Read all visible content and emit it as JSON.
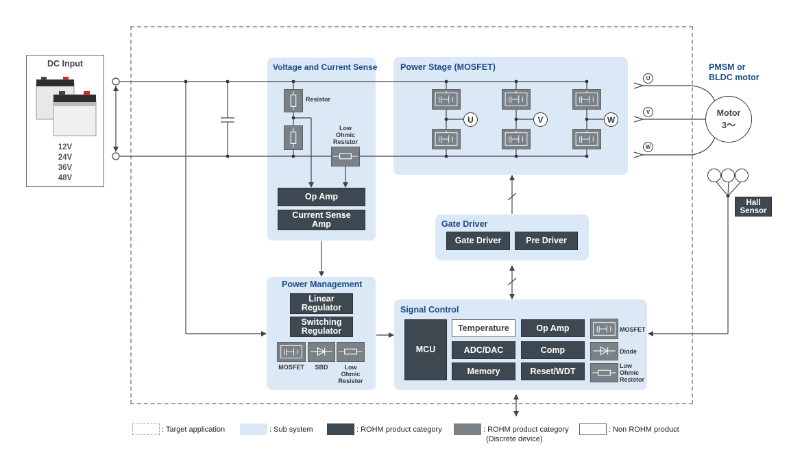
{
  "dc_input": {
    "title": "DC Input",
    "voltages": [
      "12V",
      "24V",
      "36V",
      "48V"
    ]
  },
  "motor": {
    "type_label_line1": "PMSM or",
    "type_label_line2": "BLDC motor",
    "name": "Motor",
    "phase": "3～",
    "phases": [
      "U",
      "V",
      "W"
    ]
  },
  "hall": {
    "line1": "Hall",
    "line2": "Sensor"
  },
  "vcs": {
    "title": "Voltage and Current Sense",
    "resistor_label": "Resistor",
    "low_ohmic_label": [
      "Low",
      "Ohmic",
      "Resistor"
    ],
    "op_amp": "Op Amp",
    "current_sense_amp": [
      "Current Sense",
      "Amp"
    ]
  },
  "power_stage": {
    "title": "Power Stage (MOSFET)",
    "nodes": [
      "U",
      "V",
      "W"
    ]
  },
  "gate_driver": {
    "title": "Gate Driver",
    "blocks": [
      "Gate Driver",
      "Pre Driver"
    ]
  },
  "power_mgmt": {
    "title": "Power Management",
    "linear": [
      "Linear",
      "Regulator"
    ],
    "switching": [
      "Switching",
      "Regulator"
    ],
    "discretes": [
      "MOSFET",
      "SBD"
    ],
    "low_ohmic": [
      "Low",
      "Ohmic",
      "Resistor"
    ]
  },
  "signal_control": {
    "title": "Signal Control",
    "mcu": "MCU",
    "temperature": "Temperature",
    "op_amp": "Op Amp",
    "adc_dac": "ADC/DAC",
    "comp": "Comp",
    "memory": "Memory",
    "reset_wdt": "Reset/WDT",
    "mosfet": "MOSFET",
    "diode": "Diode",
    "low_ohmic": [
      "Low",
      "Ohmic",
      "Resistor"
    ]
  },
  "legend": {
    "target": ": Target application",
    "sub": ": Sub system",
    "rohm": ": ROHM product category",
    "rohm_discrete": [
      ": ROHM product category",
      "(Discrete device)"
    ],
    "non_rohm": ": Non ROHM product"
  },
  "colors": {
    "panel": "#dbe8f6",
    "dark": "#3e4850",
    "discrete": "#7a8288",
    "title": "#1a4c8c",
    "border": "#9aa4ac"
  }
}
